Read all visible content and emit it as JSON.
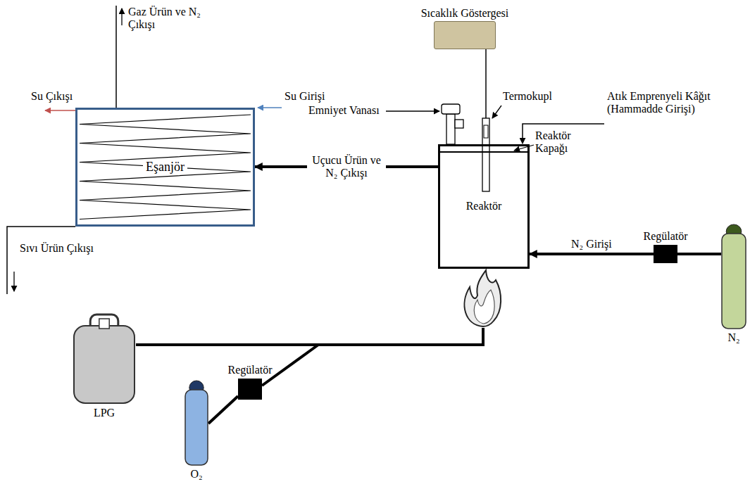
{
  "diagram": {
    "nodes": [
      {
        "text": [
          "Sıcaklık Göstergesi"
        ]
      },
      {
        "text": [
          "Eşanjör"
        ]
      },
      {
        "text": [
          "Reaktör"
        ]
      },
      {
        "text": [
          "Regülatör"
        ]
      },
      {
        "text": [
          "N₂"
        ]
      },
      {
        "text": [
          "LPG"
        ]
      },
      {
        "text": [
          "Regülatör"
        ]
      },
      {
        "text": [
          "O₂"
        ]
      }
    ],
    "edges": [
      {
        "from": 2,
        "to": 1,
        "arrow": "to",
        "label": "Uçucu Ürün ve N₂ Çıkışı"
      },
      {
        "from": 4,
        "to": 3,
        "arrow": "none"
      },
      {
        "from": 3,
        "to": 2,
        "arrow": "to",
        "label": "N₂ Girişi"
      },
      {
        "from": 7,
        "to": 6,
        "arrow": "none"
      }
    ],
    "labels": [
      "Gaz Ürün ve N₂ Çıkışı",
      "Su Çıkışı",
      "Su Girişi",
      "Emniyet Vanası",
      "Termokupl",
      "Atık Emprenyeli Kâğıt (Hammadde Girişi)",
      "Reaktör Kapağı",
      "Sıvı Ürün Çıkışı"
    ]
  }
}
